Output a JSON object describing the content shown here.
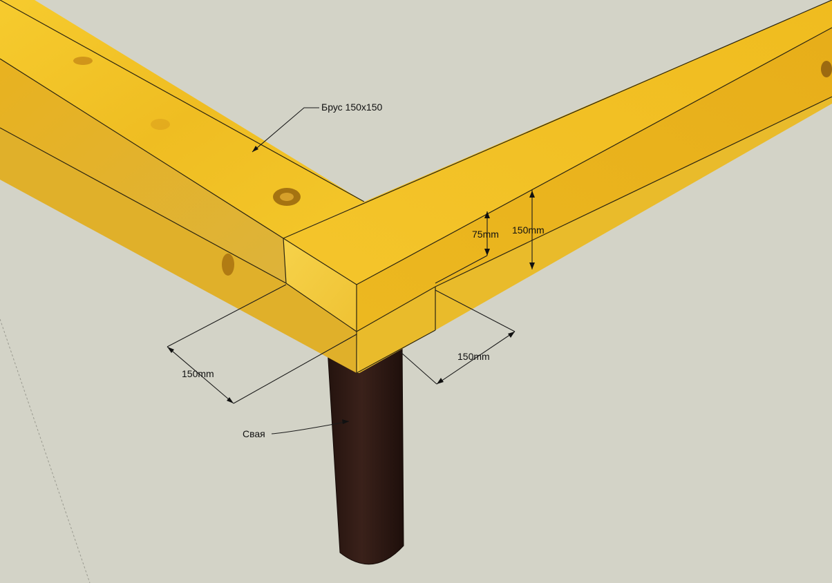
{
  "labels": {
    "beam": "Брус 150x150",
    "pile": "Свая",
    "dim_75": "75mm",
    "dim_150_vertical": "150mm",
    "dim_150_right": "150mm",
    "dim_150_left": "150mm"
  },
  "colors": {
    "background": "#d3d3c7",
    "wood_top": "#f2c326",
    "wood_side": "#e6b01f",
    "wood_end": "#f4cc3a",
    "knot": "#b57a12",
    "pile": "#2e1a14"
  }
}
